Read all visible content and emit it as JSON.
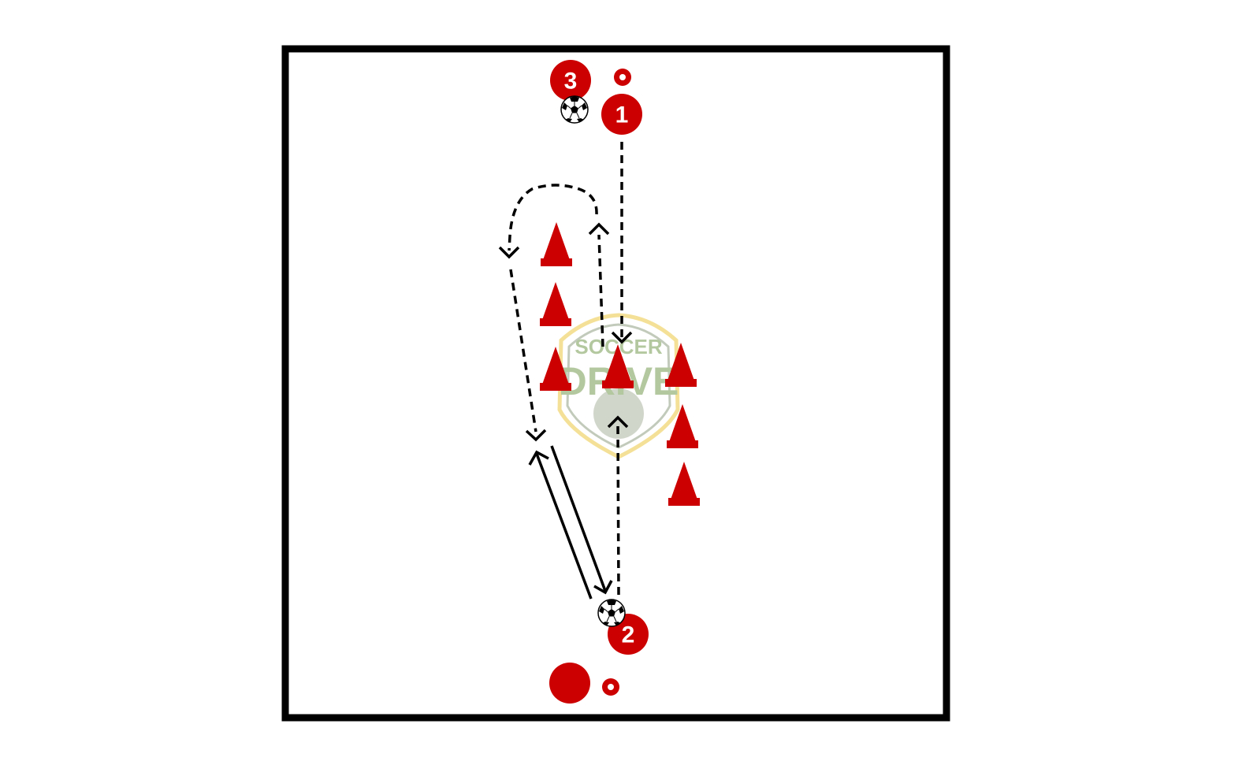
{
  "diagram": {
    "colors": {
      "player": "#cc0000",
      "cone": "#cc0000",
      "field_line": "#000000",
      "logo_text": "#a8bf90",
      "logo_border": "#f3dc85"
    },
    "players": [
      {
        "label": "3"
      },
      {
        "label": "1"
      },
      {
        "label": "2"
      },
      {
        "label": ""
      }
    ],
    "logo": {
      "line1": "SOCCER",
      "line2": "DRIVE"
    },
    "cone_count": 7,
    "ball_count": 2
  }
}
